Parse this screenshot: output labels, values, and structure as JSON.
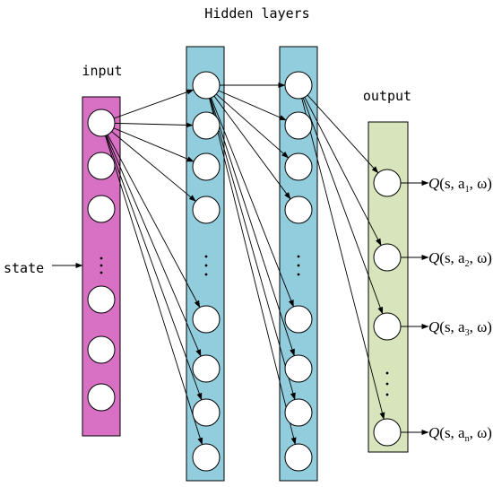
{
  "labels": {
    "hidden_layers": "Hidden layers",
    "input": "input",
    "output": "output",
    "state": "state"
  },
  "colors": {
    "input_layer": "#d870c4",
    "hidden_layer": "#92cddd",
    "output_layer": "#d8e4bc",
    "node": "#ffffff",
    "stroke": "#000000"
  },
  "output_formula": {
    "prefix": "Q",
    "open": "(s, a",
    "close": ", ω)",
    "subscripts": [
      "1",
      "2",
      "3",
      "n"
    ]
  },
  "ellipsis": "⋮"
}
